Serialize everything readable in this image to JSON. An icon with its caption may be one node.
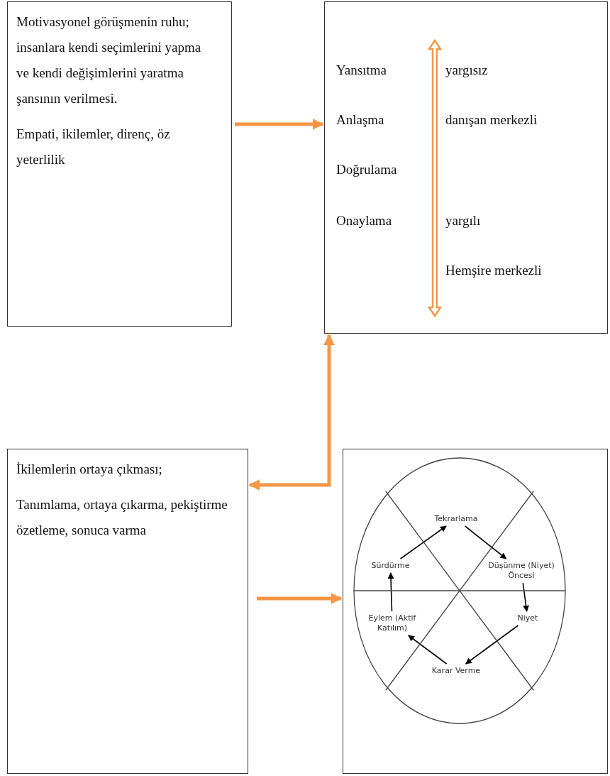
{
  "diagram": {
    "nodes": [
      {
        "text": [
          "Motivasyonel görüşmenin ruhu; insanlara kendi seçimlerini yapma ve kendi değişimlerini yaratma şansının verilmesi.",
          "Empati, ikilemler, direnç, öz yeterlilik"
        ]
      },
      {
        "text": [
          "Yansıtma",
          "Anlaşma",
          "Doğrulama",
          "Onaylama",
          "yargısız",
          "danışan merkezli",
          "yargılı",
          "Hemşire merkezli"
        ]
      },
      {
        "text": [
          "İkilemlerin ortaya çıkması;",
          "Tanımlama, ortaya çıkarma, pekiştirme özetleme, sonuca varma"
        ]
      },
      {
        "text": [],
        "shape": "box"
      },
      {
        "text": [],
        "shape": "circle",
        "in": 3
      },
      {
        "text": [
          "Tekrarlama"
        ],
        "in": 4
      },
      {
        "text": [
          "Düşünme (Niyet) Öncesi"
        ],
        "in": 4
      },
      {
        "text": [
          "Niyet"
        ],
        "in": 4
      },
      {
        "text": [
          "Karar Verme"
        ],
        "in": 4
      },
      {
        "text": [
          "Eylem (Aktif Katılım)"
        ],
        "in": 4
      },
      {
        "text": [
          "Sürdürme"
        ],
        "in": 4
      }
    ],
    "edges": [
      {
        "from": 0,
        "to": 1,
        "arrow": "to",
        "style": "thick",
        "color": "#f79646"
      },
      {
        "from": 1,
        "to": 2,
        "arrow": "both",
        "style": "thick",
        "color": "#f79646"
      },
      {
        "from": 2,
        "to": 3,
        "arrow": "to",
        "style": "thick",
        "color": "#f79646"
      },
      {
        "from": 10,
        "to": 5,
        "arrow": "to"
      },
      {
        "from": 5,
        "to": 6,
        "arrow": "to"
      },
      {
        "from": 6,
        "to": 7,
        "arrow": "to"
      },
      {
        "from": 7,
        "to": 8,
        "arrow": "to"
      },
      {
        "from": 8,
        "to": 9,
        "arrow": "to"
      },
      {
        "from": 9,
        "to": 10,
        "arrow": "to"
      }
    ]
  }
}
